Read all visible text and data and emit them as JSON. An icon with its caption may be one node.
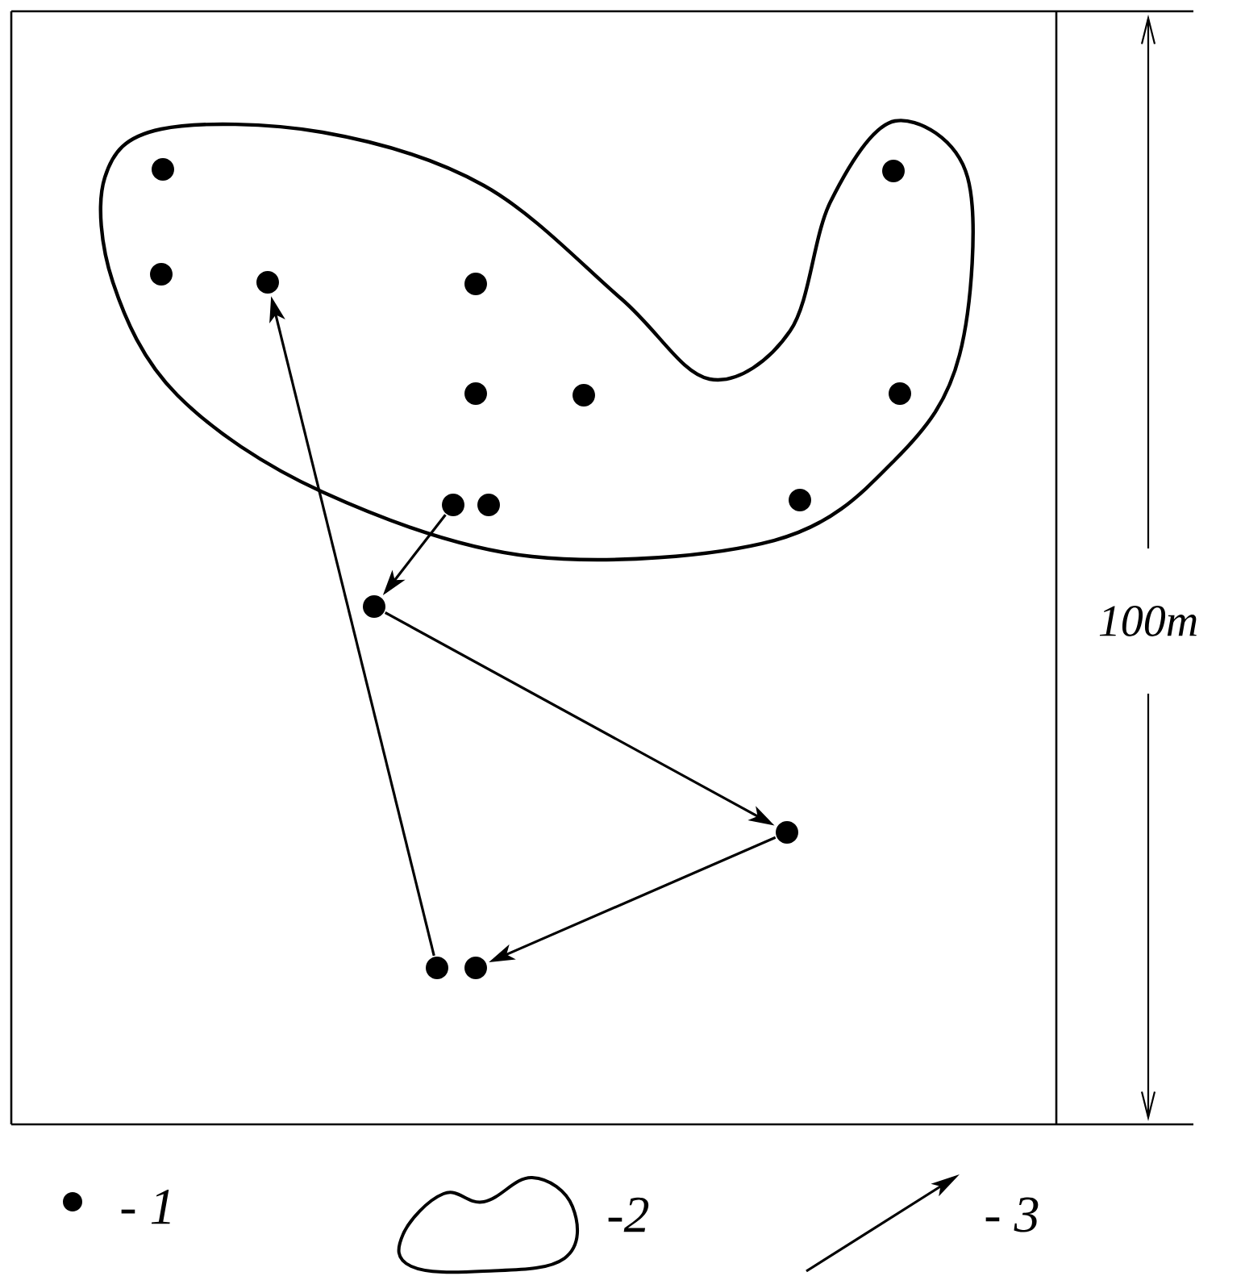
{
  "diagram": {
    "nodes": [
      {
        "text": [],
        "shape": "circle"
      },
      {
        "text": [],
        "shape": "circle"
      },
      {
        "text": [],
        "shape": "circle"
      },
      {
        "text": [],
        "shape": "circle"
      },
      {
        "text": [],
        "shape": "circle"
      },
      {
        "text": [],
        "shape": "circle"
      },
      {
        "text": [],
        "shape": "circle"
      },
      {
        "text": [],
        "shape": "circle"
      },
      {
        "text": [],
        "shape": "circle"
      },
      {
        "text": [],
        "shape": "circle"
      },
      {
        "text": [],
        "shape": "circle"
      },
      {
        "text": [],
        "shape": "circle"
      },
      {
        "text": [],
        "shape": "circle"
      },
      {
        "text": [],
        "shape": "circle"
      },
      {
        "text": [],
        "shape": "circle"
      }
    ],
    "edges": [
      {
        "from": 8,
        "to": 11,
        "arrow": "to"
      },
      {
        "from": 11,
        "to": 12,
        "arrow": "to"
      },
      {
        "from": 12,
        "to": 14,
        "arrow": "to"
      },
      {
        "from": 13,
        "to": 3,
        "arrow": "to"
      }
    ],
    "labels": [
      "100m"
    ],
    "legend": [
      {
        "text": "- 1"
      },
      {
        "text": "-2"
      },
      {
        "text": "- 3"
      }
    ]
  }
}
